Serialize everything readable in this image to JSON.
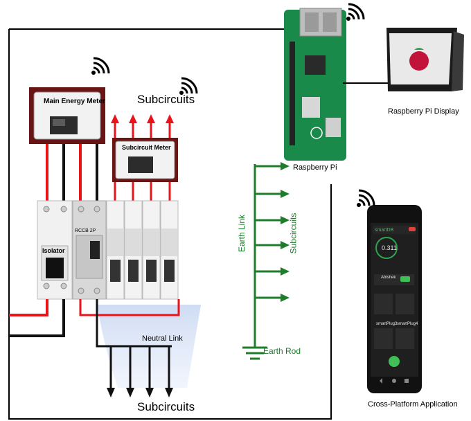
{
  "labels": {
    "main_meter": "Main Energy Meter",
    "sub_meter": "Subcircuit Meter",
    "subcircuits_top": "Subcircuits",
    "subcircuits_bottom": "Subcircuits",
    "subcircuits_vertical": "Subcircuits",
    "neutral_link": "Neutral Link",
    "earth_link": "Earth Link",
    "earth_rod": "Earth Rod",
    "raspberry_pi": "Raspberry Pi",
    "pi_display": "Raspberry Pi Display",
    "app": "Cross-Platform Application",
    "isolator": "Isolator",
    "rcd": "RCCB 2P"
  },
  "phone": {
    "app_name": "smartDB",
    "reading": "0.311",
    "user": "Abishek",
    "plug3": "smartPlug3",
    "plug4": "smartPlug4"
  },
  "colors": {
    "live": "#e8141a",
    "neutral": "#111111",
    "earth": "#1e7d2a",
    "meter_frame": "#6b1414",
    "pcb": "#1a8a4a"
  }
}
